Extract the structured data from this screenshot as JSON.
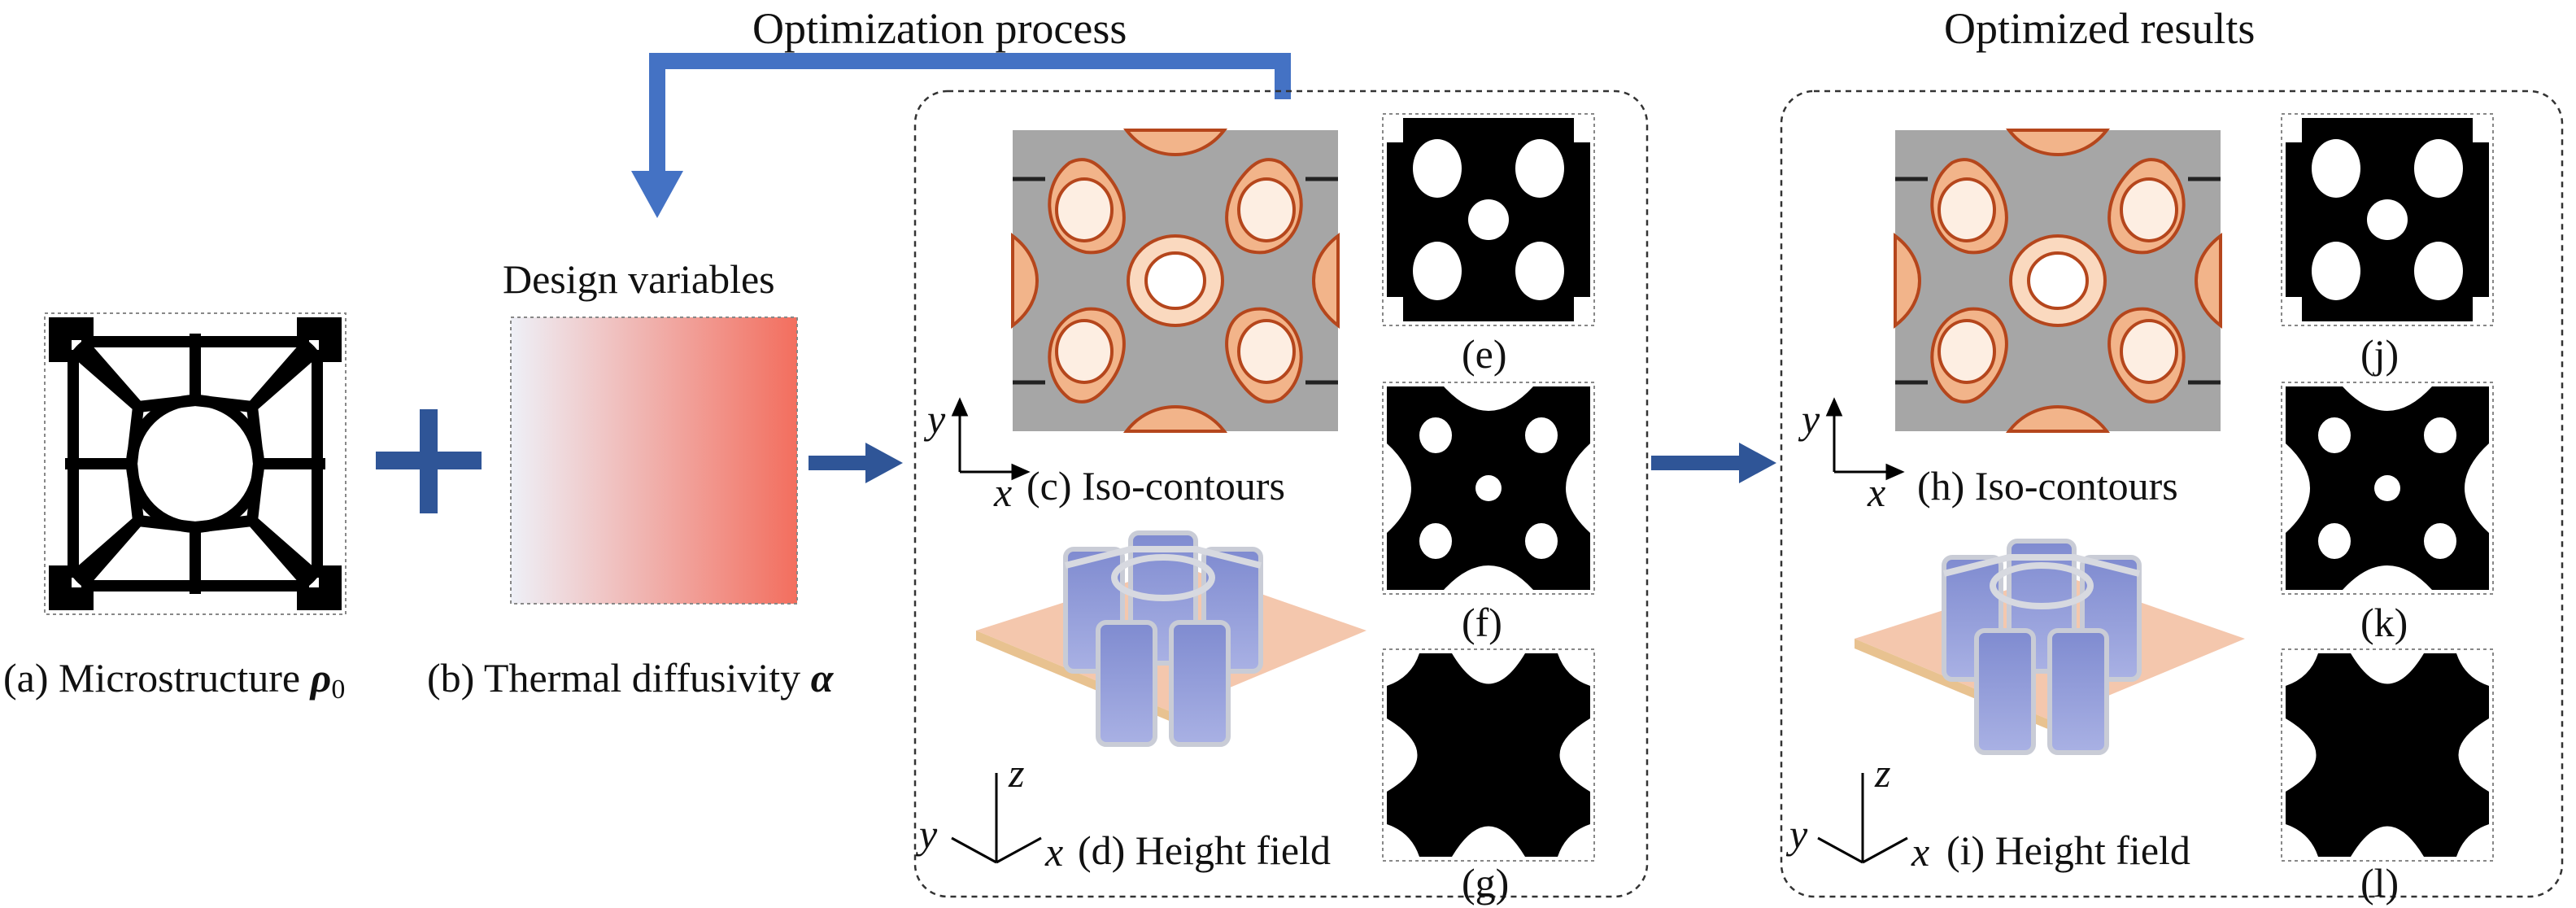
{
  "headings": {
    "optimization_process": "Optimization process",
    "optimized_results": "Optimized results",
    "design_variables": "Design variables"
  },
  "captions": {
    "a": {
      "prefix": "(a) Microstructure ",
      "symbol": "ρ",
      "subscript": "0"
    },
    "b": {
      "prefix": "(b) Thermal diffusivity ",
      "symbol": "α"
    },
    "c": "(c) Iso-contours",
    "d": "(d) Height field",
    "e": "(e)",
    "f": "(f)",
    "g": "(g)",
    "h": "(h) Iso-contours",
    "i": "(i) Height field",
    "j": "(j)",
    "k": "(k)",
    "l": "(l)"
  },
  "axes": {
    "x": "x",
    "y": "y",
    "z": "z"
  },
  "colors": {
    "arrow_blue": "#4472c4",
    "arrow_dark_blue": "#2f5597",
    "gradient_start": "#eef0f7",
    "gradient_end": "#f36e5e",
    "contour_grey": "#a6a6a6",
    "contour_light": "#fad9bf",
    "contour_mid": "#f2b48a",
    "contour_dark": "#e3834f",
    "contour_line": "#b5461c",
    "wall_blue": "#8e9ad8",
    "wall_top": "#c9ccd6",
    "base_peach": "#f4c7ad",
    "base_tan": "#e8c290"
  },
  "icons": {
    "plus": "plus-icon",
    "arrows": [
      "feedback-arrow-icon",
      "right-arrow-icon"
    ]
  }
}
